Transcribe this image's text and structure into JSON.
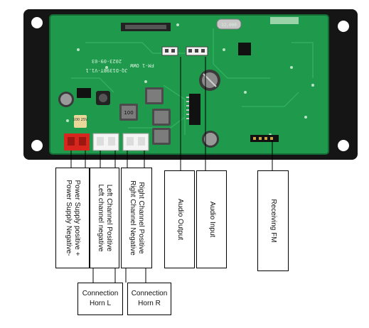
{
  "board": {
    "model": "JQ-D139BT-V1.1",
    "fm_label": "FM-1 OWW",
    "date": "2023-09-03",
    "cap_left": "100 25V",
    "inductor": "100",
    "crystal": "12.000"
  },
  "labels": {
    "power_positive": "Power Supply positive +",
    "power_negative": "Power Supply Negative-",
    "left_positive": "Left Channel Positive",
    "left_negative": "Left channel negative",
    "right_positive": "Right Channel Positive",
    "right_negative": "Right Channel Negative",
    "audio_output": "Audio Output",
    "audio_input": "Audio Input",
    "receiving_fm": "Receiving FM"
  },
  "connections": {
    "horn_l_line1": "Connection",
    "horn_l_line2": "Horn L",
    "horn_r_line1": "Connection",
    "horn_r_line2": "Horn R"
  },
  "colors": {
    "pcb": "#1f9a4d",
    "frame": "#161616",
    "power_connector": "#d7261e",
    "leader_line": "#000000"
  }
}
